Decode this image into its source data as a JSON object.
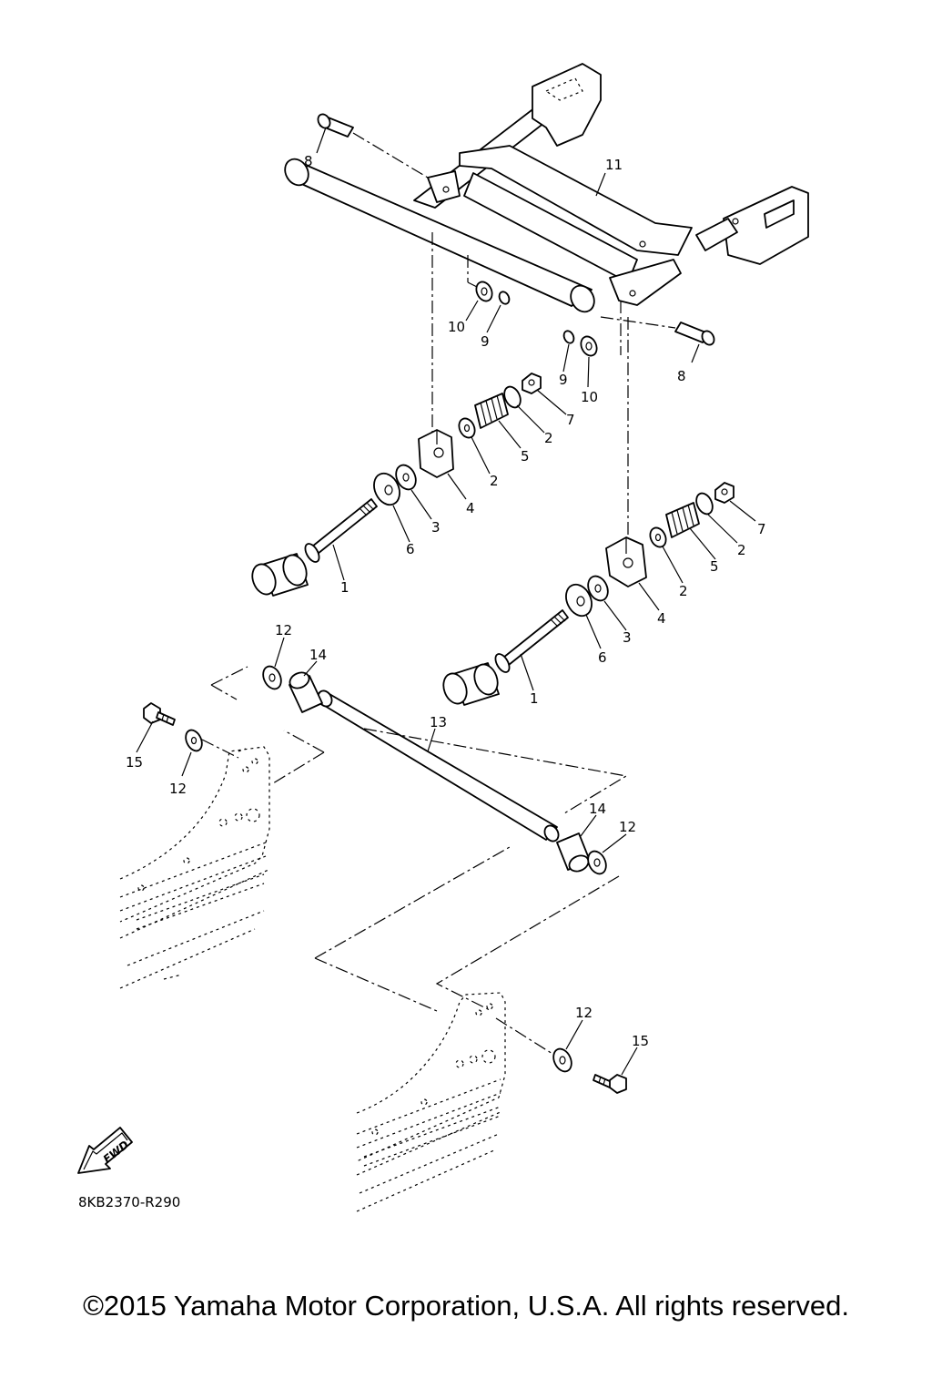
{
  "callouts": [
    {
      "id": "c8a",
      "text": "8"
    },
    {
      "id": "c11",
      "text": "11"
    },
    {
      "id": "c10a",
      "text": "10"
    },
    {
      "id": "c9a",
      "text": "9"
    },
    {
      "id": "c8b",
      "text": "8"
    },
    {
      "id": "c9b",
      "text": "9"
    },
    {
      "id": "c10b",
      "text": "10"
    },
    {
      "id": "c7a",
      "text": "7"
    },
    {
      "id": "c2a",
      "text": "2"
    },
    {
      "id": "c5a",
      "text": "5"
    },
    {
      "id": "c2b",
      "text": "2"
    },
    {
      "id": "c4a",
      "text": "4"
    },
    {
      "id": "c3a",
      "text": "3"
    },
    {
      "id": "c6a",
      "text": "6"
    },
    {
      "id": "c1a",
      "text": "1"
    },
    {
      "id": "c7b",
      "text": "7"
    },
    {
      "id": "c2c",
      "text": "2"
    },
    {
      "id": "c5b",
      "text": "5"
    },
    {
      "id": "c2d",
      "text": "2"
    },
    {
      "id": "c4b",
      "text": "4"
    },
    {
      "id": "c3b",
      "text": "3"
    },
    {
      "id": "c6b",
      "text": "6"
    },
    {
      "id": "c1b",
      "text": "1"
    },
    {
      "id": "c12a",
      "text": "12"
    },
    {
      "id": "c14a",
      "text": "14"
    },
    {
      "id": "c15a",
      "text": "15"
    },
    {
      "id": "c12b",
      "text": "12"
    },
    {
      "id": "c13",
      "text": "13"
    },
    {
      "id": "c14b",
      "text": "14"
    },
    {
      "id": "c12c",
      "text": "12"
    },
    {
      "id": "c12d",
      "text": "12"
    },
    {
      "id": "c15b",
      "text": "15"
    }
  ],
  "fwd_label": "FWD",
  "diagram_code": "8KB2370-R290",
  "copyright": "©2015 Yamaha Motor Corporation, U.S.A. All rights reserved."
}
